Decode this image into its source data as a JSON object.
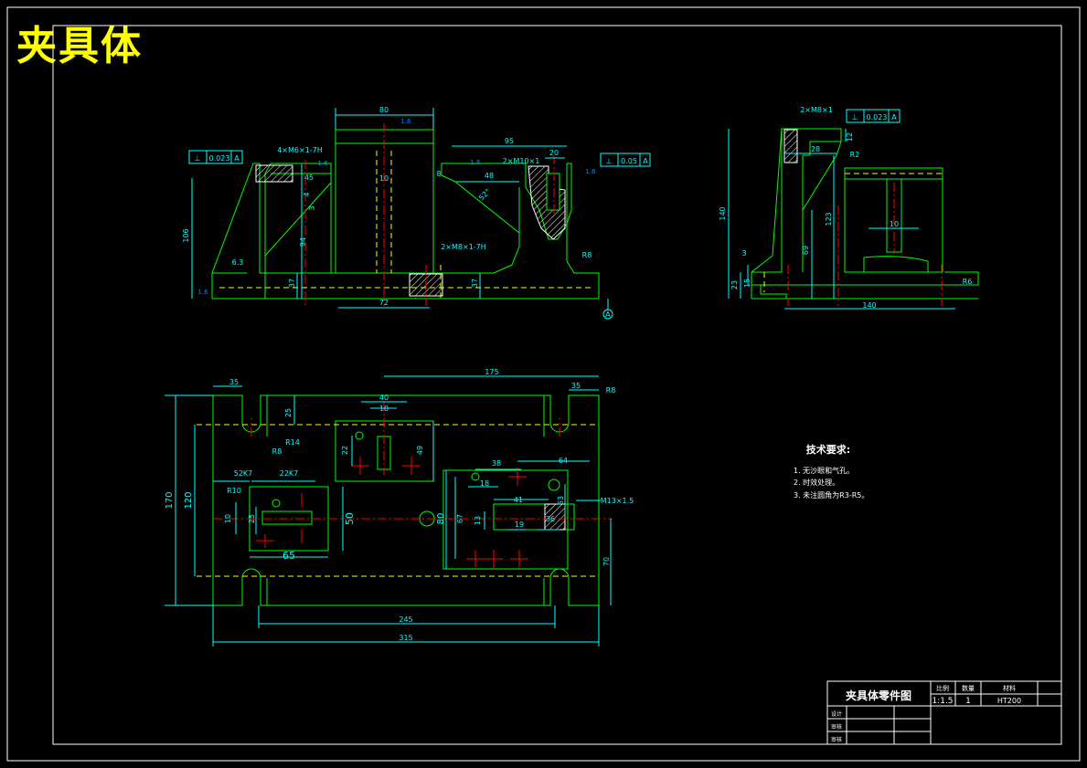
{
  "drawing_title": "夹具体",
  "front_view": {
    "dims": {
      "top_width": "80",
      "slot_width": "10",
      "height_106": "106",
      "height_94": "94",
      "height_37_left": "37",
      "height_37_right": "37",
      "base_72": "72",
      "dist_95": "95",
      "dist_48": "48",
      "dist_20": "20",
      "angle_45": "45",
      "angle_52": "52°",
      "num_8": "8",
      "num_3": "3",
      "num_4": "4",
      "corner_r8": "R8",
      "r6_3": "6.3"
    },
    "tolerances": [
      {
        "symbol": "⊥",
        "value": "0.023",
        "datum": "A"
      },
      {
        "symbol": "⊥",
        "value": "0.05",
        "datum": "A"
      }
    ],
    "callouts": [
      "4×M6×1-7H",
      "2×M10×1",
      "2×M8×1-7H"
    ],
    "roughness": [
      "1.6",
      "1.6",
      "1.6",
      "1.6",
      "1.6"
    ],
    "datum_label": "A"
  },
  "side_view": {
    "dims": {
      "height_140": "140",
      "width_28": "28",
      "h_12": "12",
      "h_123": "123",
      "h_69": "69",
      "h_10": "10",
      "h_3": "3",
      "h_23": "23",
      "h_15": "15",
      "base_140": "140",
      "corner_r2": "R2",
      "corner_r6": "R6"
    },
    "tolerance": {
      "symbol": "⊥",
      "value": "0.023",
      "datum": "A"
    },
    "callout": "2×M8×1"
  },
  "top_view": {
    "dims": {
      "d35_left": "35",
      "d35_right": "35",
      "d175": "175",
      "d25": "25",
      "d40": "40",
      "d10_top": "10",
      "d22": "22",
      "d49": "49",
      "d170": "170",
      "d120": "120",
      "r14": "R14",
      "r8": "R8",
      "r8_corner": "R8",
      "r10": "R10",
      "k52": "52K7",
      "k22": "22K7",
      "d10_left": "10",
      "d25_left": "25",
      "d50": "50",
      "d65": "65",
      "d38": "38",
      "d64": "64",
      "d18": "18",
      "d41": "41",
      "d67": "67",
      "d80": "80",
      "d13": "13",
      "d19": "19",
      "d36": "36",
      "d53": "53",
      "d70": "70",
      "d245": "245",
      "d315": "315"
    },
    "callout": "M13×1.5"
  },
  "tech_requirements": {
    "heading": "技术要求:",
    "items": [
      "1. 无沙眼和气孔。",
      "2. 时效处理。",
      "3. 未注圆角为R3-R5。"
    ]
  },
  "title_block": {
    "part_name": "夹具体零件图",
    "header_scale": "比例",
    "header_qty": "数量",
    "header_material": "材料",
    "scale": "1:1.5",
    "qty": "1",
    "material": "HT200",
    "row_drawn": "设计",
    "row_checked": "审核",
    "row_approved": "审核"
  },
  "colors": {
    "background": "#000000",
    "outline": "#00ff00",
    "dimension": "#00ffff",
    "centerline": "#ff0000",
    "hidden": "#ffff00",
    "hatch": "#ffffff",
    "frame": "#ffffff",
    "title": "#ffff00",
    "roughness": "#0088ff"
  }
}
